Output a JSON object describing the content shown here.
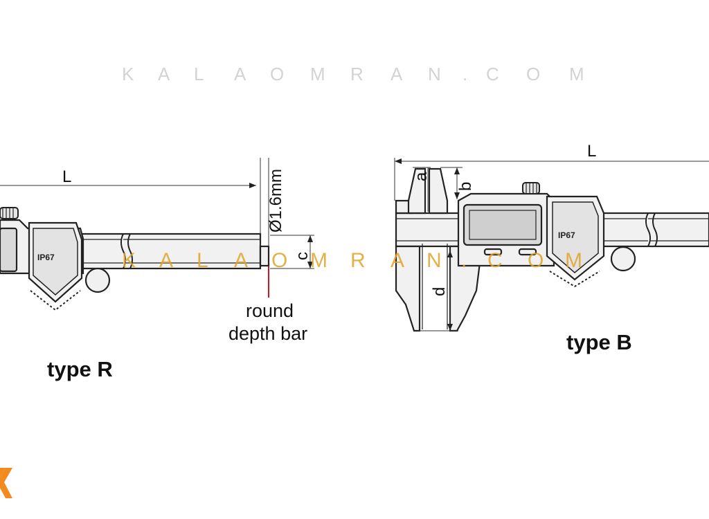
{
  "watermark": {
    "letters": [
      "K",
      "A",
      "L",
      "A",
      "O",
      "M",
      "R",
      "A",
      "N",
      ".",
      "C",
      "O",
      "M"
    ],
    "color": "#e0a42a"
  },
  "type_r": {
    "title": "type R",
    "dim_length": "L",
    "dim_diameter": "Ø1.6mm",
    "dim_c": "c",
    "note_line1": "round",
    "note_line2": "depth bar",
    "badge": "IP67",
    "leader_color": "#d2141e"
  },
  "type_b": {
    "title": "type B",
    "dim_length": "L",
    "dim_a": "a",
    "dim_b": "b",
    "dim_d": "d",
    "badge": "IP67"
  },
  "logo": {
    "icon": "kalaomran-logo-icon",
    "color": "#f28a1e"
  }
}
